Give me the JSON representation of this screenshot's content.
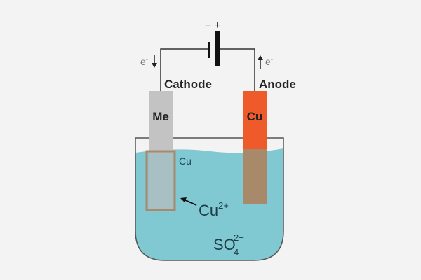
{
  "battery": {
    "minus": "−",
    "plus": "+"
  },
  "electron_left": {
    "label": "e",
    "sup": "-"
  },
  "electron_right": {
    "label": "e",
    "sup": "-"
  },
  "cathode": {
    "label": "Cathode",
    "electrode": "Me"
  },
  "anode": {
    "label": "Anode",
    "electrode": "Cu"
  },
  "plating": {
    "label": "Cu"
  },
  "ion_cu": {
    "base": "Cu",
    "charge": "2+"
  },
  "ion_so4": {
    "base": "SO",
    "sub": "4",
    "charge": "2−"
  },
  "colors": {
    "solution": "#80c9d3",
    "copper": "#ef5a2a",
    "deposit": "#a88a6a",
    "me": "#c3c3c3"
  }
}
